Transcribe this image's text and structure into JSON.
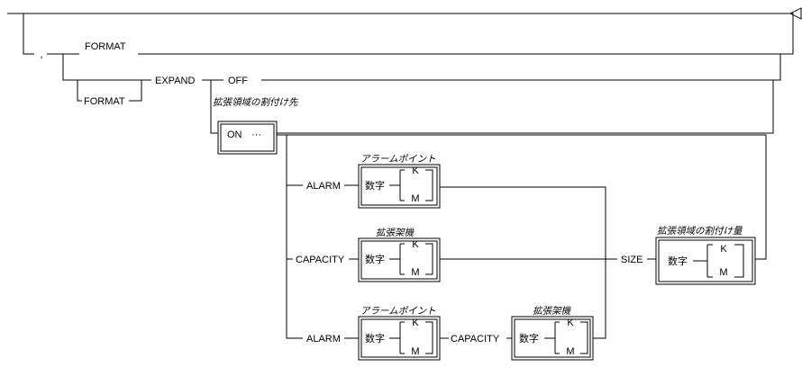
{
  "keywords": {
    "comma": ",",
    "format": "FORMAT",
    "format_repeat": "FORMAT",
    "expand": "EXPAND",
    "off": "OFF",
    "on": "ON",
    "ellipsis": "···",
    "alarm": "ALARM",
    "capacity": "CAPACITY",
    "size": "SIZE",
    "number": "数字",
    "unit_k": "K",
    "unit_m": "M"
  },
  "captions": {
    "expansion_area_destination": "拡張領域の割付け先",
    "alarm_point": "アラームポイント",
    "expansion_unit": "拡張架機",
    "expansion_area_amount": "拡張領域の割付け量"
  }
}
